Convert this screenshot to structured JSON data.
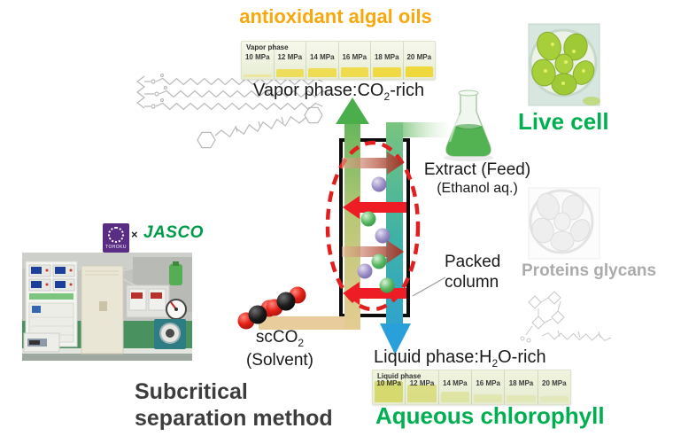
{
  "header": {
    "title": "antioxidant algal oils"
  },
  "vapor": {
    "strip_label": "Vapor phase",
    "pressures": [
      "10 MPa",
      "12 MPa",
      "14 MPa",
      "16 MPa",
      "18 MPa",
      "20 MPa"
    ],
    "caption_prefix": "Vapor phase:CO",
    "caption_sub": "2",
    "caption_suffix": "-rich"
  },
  "liquid": {
    "strip_label": "Liquid phase",
    "pressures": [
      "10 MPa",
      "12 MPa",
      "14 MPa",
      "16 MPa",
      "18 MPa",
      "20 MPa"
    ],
    "caption_prefix": "Liquid phase:H",
    "caption_sub": "2",
    "caption_suffix": "O-rich",
    "product": "Aqueous chlorophyll"
  },
  "feed": {
    "line1": "Extract (Feed)",
    "line2": "(Ethanol aq.)"
  },
  "solvent": {
    "name_prefix": "scCO",
    "name_sub": "2",
    "line2": "(Solvent)"
  },
  "column": {
    "label1": "Packed",
    "label2": "column"
  },
  "right_labels": {
    "live_cell": "Live cell",
    "residue": "Proteins glycans"
  },
  "method": {
    "line1": "Subcritical",
    "line2": "separation method"
  },
  "branding": {
    "university": "TOHOKU",
    "separator": "×",
    "company": "JASCO"
  },
  "colors": {
    "title_orange": "#F8A70C",
    "green_label": "#00B050",
    "gray_label": "#ABABAB",
    "method_gray": "#3D3D3D",
    "arrow_red": "#EE1C25",
    "dashed_ellipse_red": "#E21F1F",
    "vapor_stream_green": "#57B357",
    "liquid_stream_blue": "#2B9FD9",
    "solvent_pipe_tan": "#E9CC9C"
  }
}
